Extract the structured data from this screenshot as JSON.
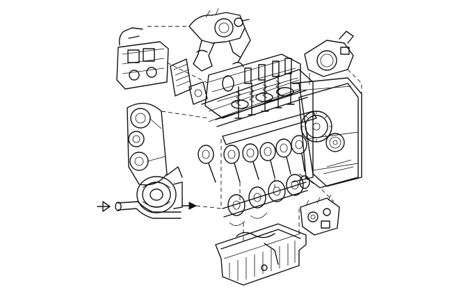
{
  "figure": {
    "description_visible_text": "",
    "background": "#ffffff",
    "ink": "#111111"
  },
  "components": [
    {
      "id": "turbocharger"
    },
    {
      "id": "egr-valve-assembly"
    },
    {
      "id": "cylinder-head"
    },
    {
      "id": "throttle-body"
    },
    {
      "id": "timing-gear-housing"
    },
    {
      "id": "accessory-drive"
    },
    {
      "id": "camshaft-valvetrain"
    },
    {
      "id": "crankshaft"
    },
    {
      "id": "harmonic-balancer"
    },
    {
      "id": "fuel-injection-pump"
    },
    {
      "id": "oil-pan"
    },
    {
      "id": "inlet-pipe"
    }
  ]
}
